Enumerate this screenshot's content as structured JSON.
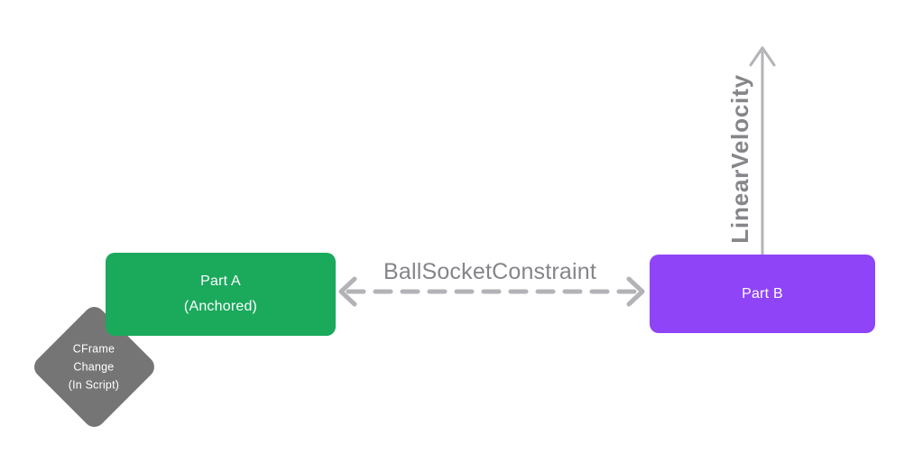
{
  "diagram": {
    "part_a": {
      "title": "Part A",
      "subtitle": "(Anchored)"
    },
    "part_b": {
      "title": "Part B"
    },
    "constraint_label": "BallSocketConstraint",
    "velocity_label": "LinearVelocity",
    "diamond": {
      "lines": [
        "CFrame",
        "Change",
        "(In Script)"
      ]
    },
    "colors": {
      "part_a_fill": "#1ba95c",
      "part_b_fill": "#8f45f7",
      "diamond_fill": "#757575",
      "arrow_stroke": "#b3b3b7",
      "label_text": "#85858a",
      "box_text": "#ffffff",
      "background": "#ffffff"
    }
  }
}
